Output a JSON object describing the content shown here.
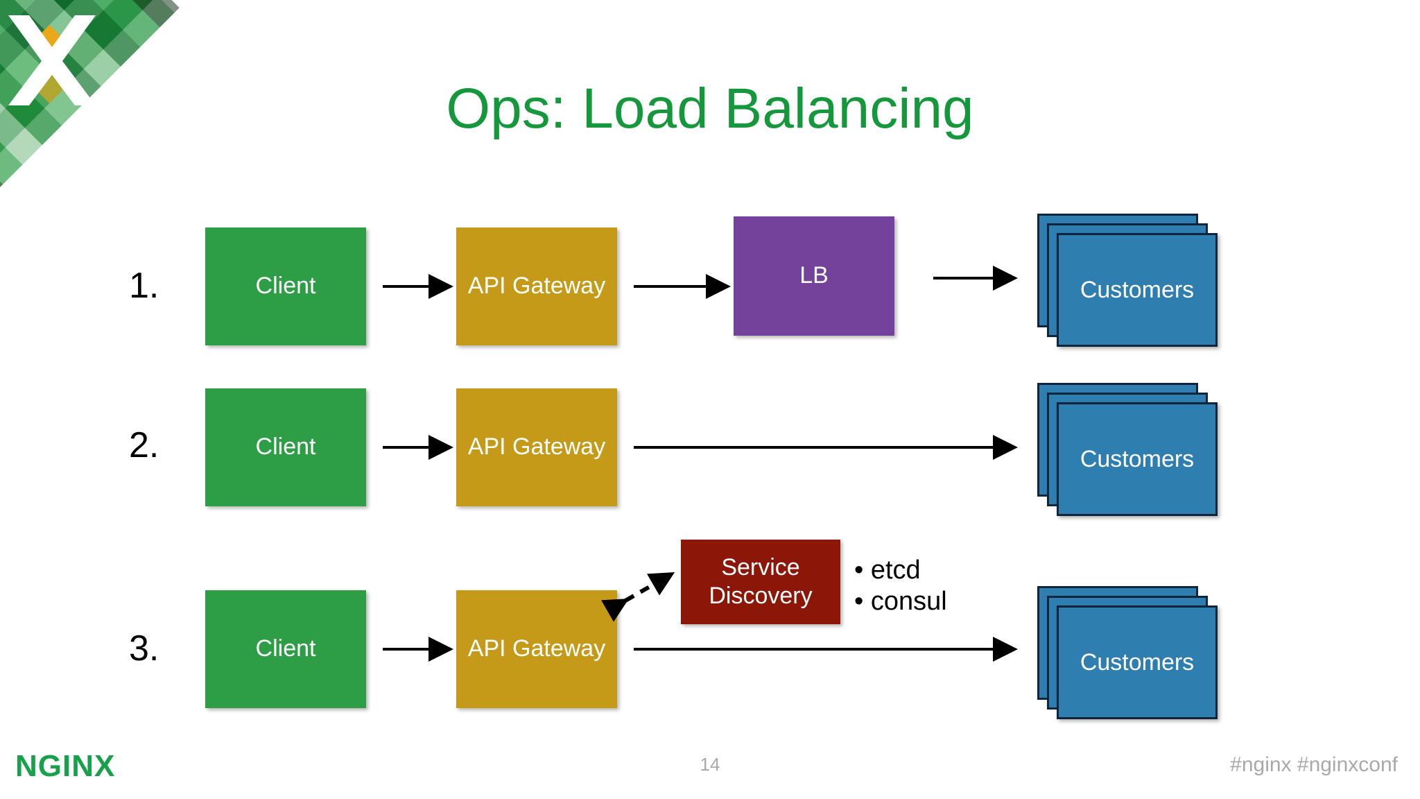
{
  "slide": {
    "title": "Ops: Load Balancing",
    "page_number": "14",
    "hashtags": "#nginx  #nginxconf",
    "brand_logo": "NGINX",
    "title_color": "#15973b",
    "brand_color": "#16a14a",
    "footer_text_color": "#a9a9a9",
    "background_color": "#ffffff"
  },
  "corner": {
    "logo_glyph": "X",
    "accent_gold": "#e8a818",
    "greens": [
      "#1f8a3b",
      "#35a055",
      "#0f6b2c",
      "#6dbd7f",
      "#9ccfa6",
      "#2c7d45",
      "#4aab62",
      "#c7e2cb",
      "#1c3a22",
      "#8fc49b"
    ]
  },
  "diagram": {
    "type": "flow",
    "node_colors": {
      "client": "#2d9e45",
      "api_gateway": "#c49a18",
      "load_balancer": "#74429b",
      "customers": "#2e7eb0",
      "customers_border": "#10253c",
      "service_discovery": "#8c1709"
    },
    "rows": [
      {
        "number": "1.",
        "client": "Client",
        "gateway": "API Gateway",
        "lb": "LB",
        "customers": "Customers"
      },
      {
        "number": "2.",
        "client": "Client",
        "gateway": "API Gateway",
        "customers": "Customers"
      },
      {
        "number": "3.",
        "client": "Client",
        "gateway": "API Gateway",
        "customers": "Customers"
      }
    ],
    "service_discovery": {
      "label_line1": "Service",
      "label_line2": "Discovery",
      "bullets": [
        "• etcd",
        "• consul"
      ]
    }
  }
}
